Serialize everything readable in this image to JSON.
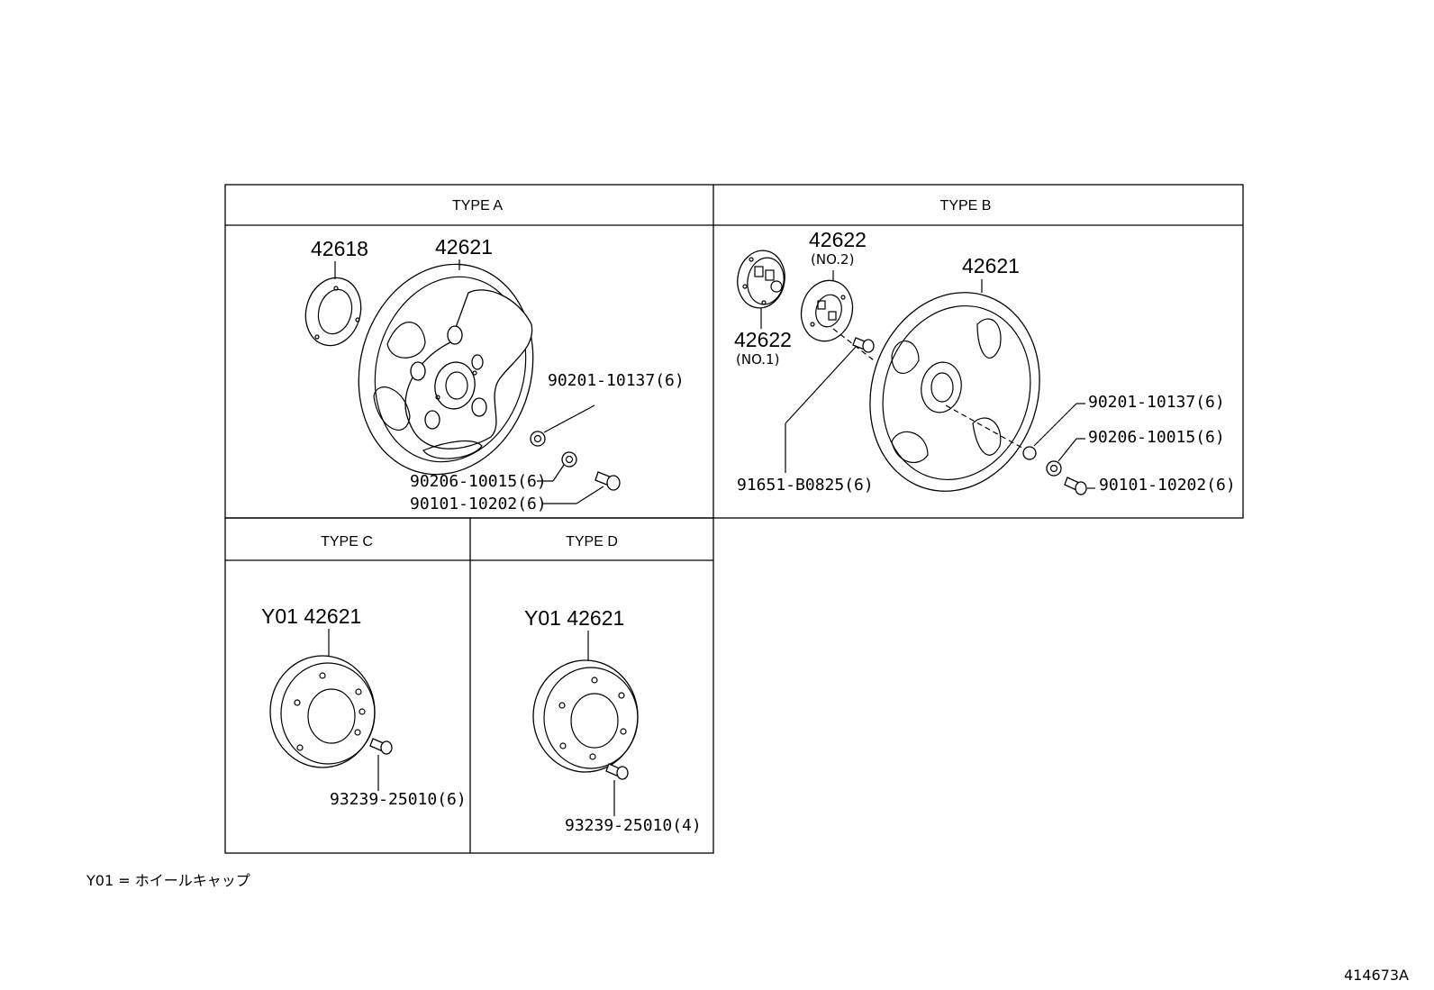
{
  "panels": {
    "type_a": {
      "title": "TYPE A",
      "labels": {
        "cap_ring": "42618",
        "wheel_cap": "42621",
        "nut_1": "90201-10137(6)",
        "nut_2": "90206-10015(6)",
        "bolt": "90101-10202(6)"
      }
    },
    "type_b": {
      "title": "TYPE B",
      "labels": {
        "ornament_no2": "42622",
        "ornament_no2_sub": "(NO.2)",
        "ornament_no1": "42622",
        "ornament_no1_sub": "(NO.1)",
        "wheel_cap": "42621",
        "nut_1": "90201-10137(6)",
        "nut_2": "90206-10015(6)",
        "bolt": "90101-10202(6)",
        "screw": "91651-B0825(6)"
      }
    },
    "type_c": {
      "title": "TYPE C",
      "labels": {
        "wheel_cap": "Y01 42621",
        "bolt": "93239-25010(6)"
      }
    },
    "type_d": {
      "title": "TYPE D",
      "labels": {
        "wheel_cap": "Y01 42621",
        "bolt": "93239-25010(4)"
      }
    }
  },
  "footnote": "Y01 = ホイールキャップ",
  "figure_id": "414673A"
}
